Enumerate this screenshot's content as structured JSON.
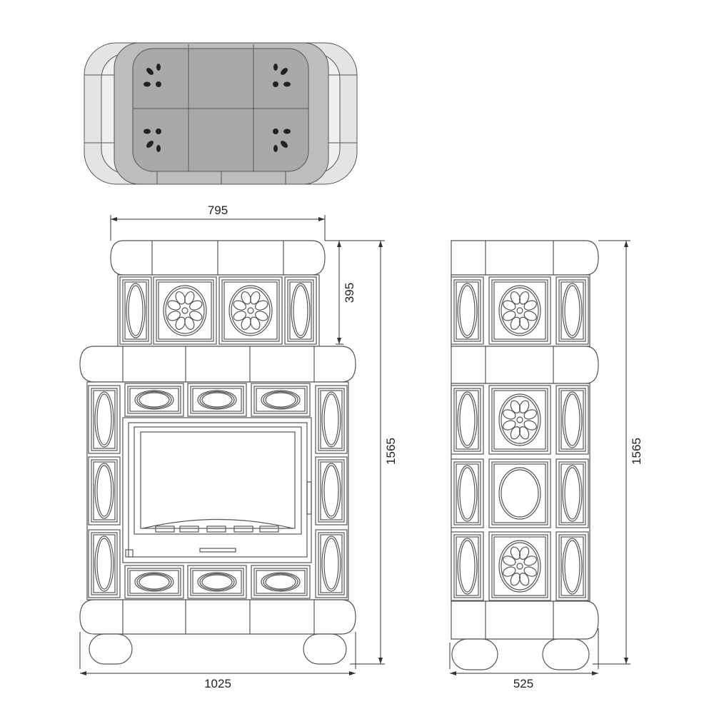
{
  "title": "Tiled stove dimension drawing",
  "dimensions": {
    "front_top_width": "795",
    "front_upper_height": "395",
    "front_total_height": "1565",
    "front_total_width": "1025",
    "side_total_height": "1565",
    "side_depth": "525"
  },
  "colors": {
    "line": "#555555",
    "top_light": "#e4e4e4",
    "top_mid": "#bdbdbd",
    "top_dark": "#a9a9a9"
  }
}
